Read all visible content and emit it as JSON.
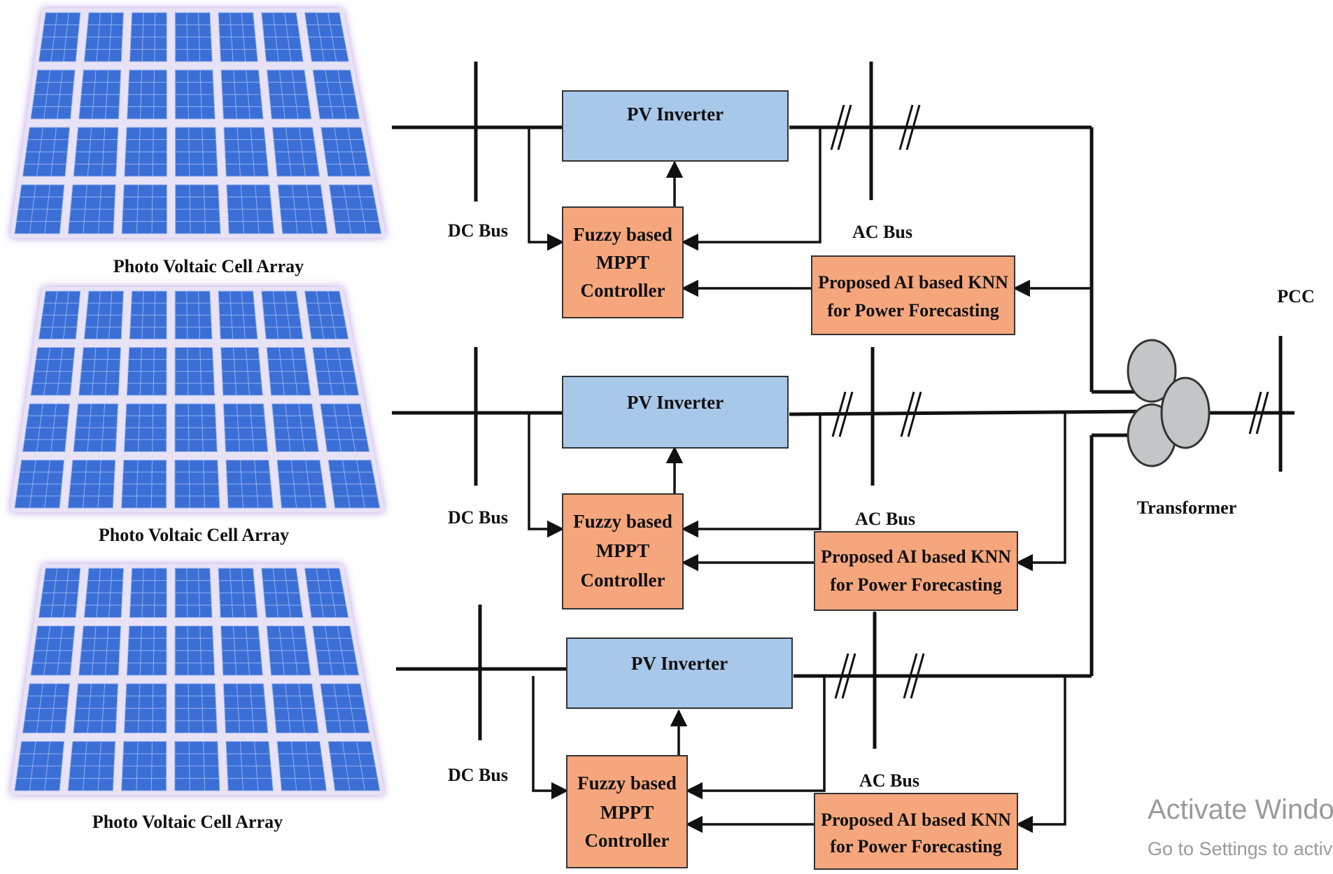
{
  "colors": {
    "inverter_fill": "#a8c8ea",
    "controller_fill": "#f6a67d",
    "knn_fill": "#f6a67d",
    "panel_cell": "#3b6fd6",
    "panel_glow": "#b89be0",
    "transformer_fill": "#c2c6c6",
    "wire": "#111111"
  },
  "branches": [
    {
      "array_label": "Photo Voltaic Cell Array",
      "dc_bus_label": "DC Bus",
      "ac_bus_label": "AC Bus",
      "inverter_label": "PV Inverter",
      "controller_lines": [
        "Fuzzy based",
        "MPPT",
        "Controller"
      ],
      "knn_lines": [
        "Proposed AI based KNN",
        "for Power Forecasting"
      ]
    },
    {
      "array_label": "Photo Voltaic Cell Array",
      "dc_bus_label": "DC Bus",
      "ac_bus_label": "AC Bus",
      "inverter_label": "PV Inverter",
      "controller_lines": [
        "Fuzzy based",
        "MPPT",
        "Controller"
      ],
      "knn_lines": [
        "Proposed AI based KNN",
        "for Power Forecasting"
      ]
    },
    {
      "array_label": "Photo Voltaic Cell Array",
      "dc_bus_label": "DC Bus",
      "ac_bus_label": "AC Bus",
      "inverter_label": "PV Inverter",
      "controller_lines": [
        "Fuzzy based",
        "MPPT",
        "Controller"
      ],
      "knn_lines": [
        "Proposed AI based KNN",
        "for Power Forecasting"
      ]
    }
  ],
  "transformer_label": "Transformer",
  "pcc_label": "PCC",
  "watermark": {
    "line1": "Activate Window",
    "line2": "Go to Settings to activa"
  }
}
